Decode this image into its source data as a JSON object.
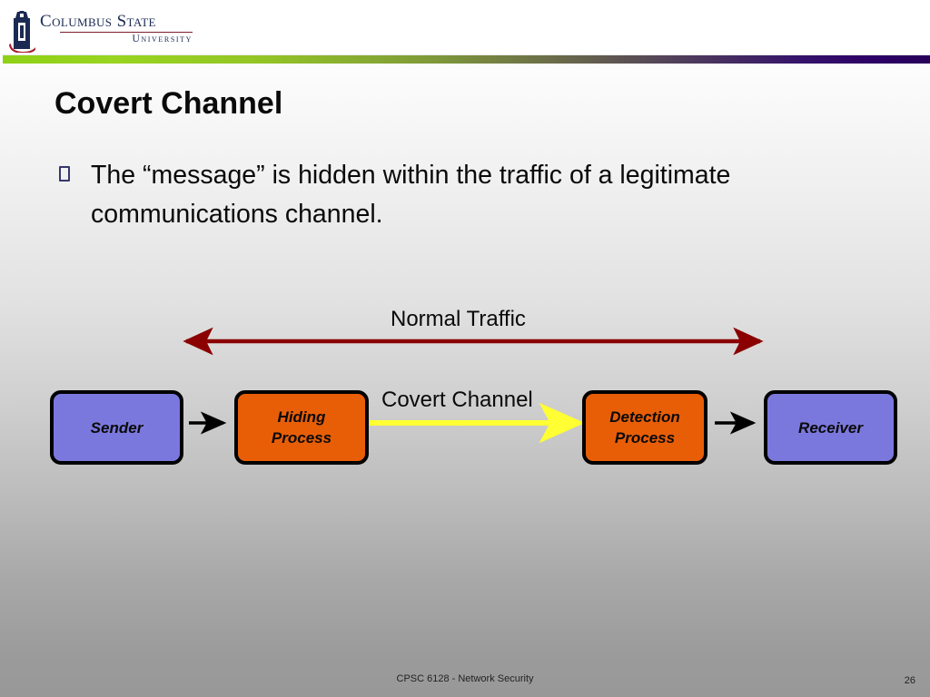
{
  "header": {
    "logo": {
      "mark_name": "columbus-state-tower-shield",
      "line1": "Columbus State",
      "line2": "University"
    },
    "stripe_colors": {
      "start": "#8fd116",
      "end": "#2d0066"
    }
  },
  "slide": {
    "title": "Covert Channel",
    "bullets": [
      {
        "glyph": "hollow-square-bullet",
        "text": "The “message” is hidden within the traffic of a legitimate communications channel."
      }
    ]
  },
  "diagram": {
    "labels": {
      "normal_traffic": "Normal Traffic",
      "covert_channel": "Covert Channel"
    },
    "nodes": [
      {
        "id": "sender",
        "label": "Sender",
        "color": "#7b78dd"
      },
      {
        "id": "hiding",
        "label": "Hiding\nProcess",
        "color": "#e85e07"
      },
      {
        "id": "detection",
        "label": "Detection\nProcess",
        "color": "#e85e07"
      },
      {
        "id": "receiver",
        "label": "Receiver",
        "color": "#7b78dd"
      }
    ],
    "node_labels": {
      "sender": "Sender",
      "hiding_line1": "Hiding",
      "hiding_line2": "Process",
      "detection_line1": "Detection",
      "detection_line2": "Process",
      "receiver": "Receiver"
    },
    "arrows": {
      "normal_traffic_color": "#8b0000",
      "covert_channel_color": "#ffff33",
      "flow_color": "#000000"
    }
  },
  "footer": {
    "course": "CPSC 6128 - Network Security",
    "page_number": "26"
  }
}
